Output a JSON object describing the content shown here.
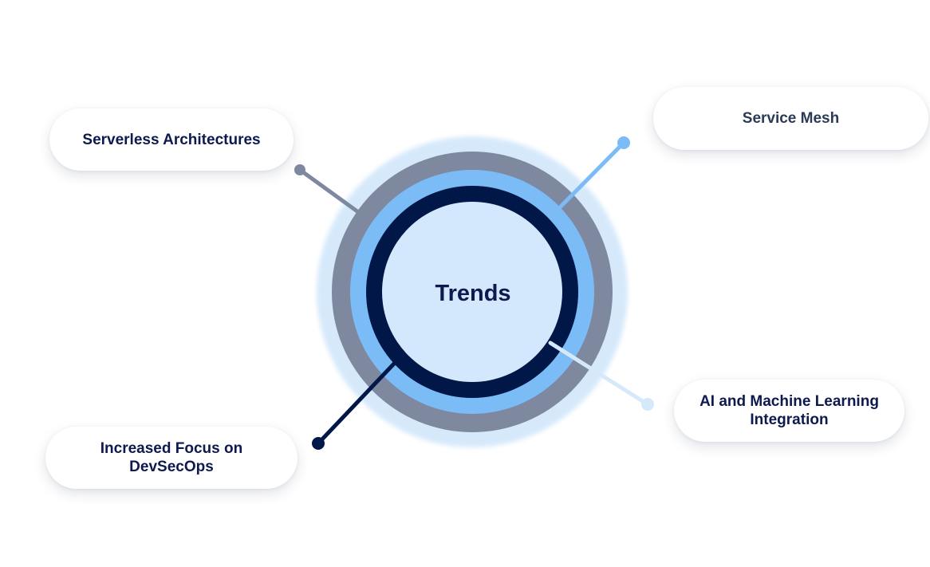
{
  "center": {
    "label": "Trends"
  },
  "items": [
    {
      "id": "serverless",
      "label": "Serverless Architectures"
    },
    {
      "id": "service-mesh",
      "label": "Service Mesh"
    },
    {
      "id": "ai-ml",
      "label": "AI and Machine Learning\nIntegration"
    },
    {
      "id": "devsecops",
      "label": "Increased Focus on\nDevSecOps"
    }
  ],
  "colors": {
    "outer_glow": "#d6e9fb",
    "gray_ring": "#7e889f",
    "blue_ring": "#7cbcf6",
    "navy_ring": "#001748",
    "core": "#d3e8fc",
    "connector_serverless": "#7e889f",
    "connector_service_mesh": "#7cbcf6",
    "connector_ai_ml": "#d6e9fb",
    "connector_devsecops": "#001748"
  }
}
